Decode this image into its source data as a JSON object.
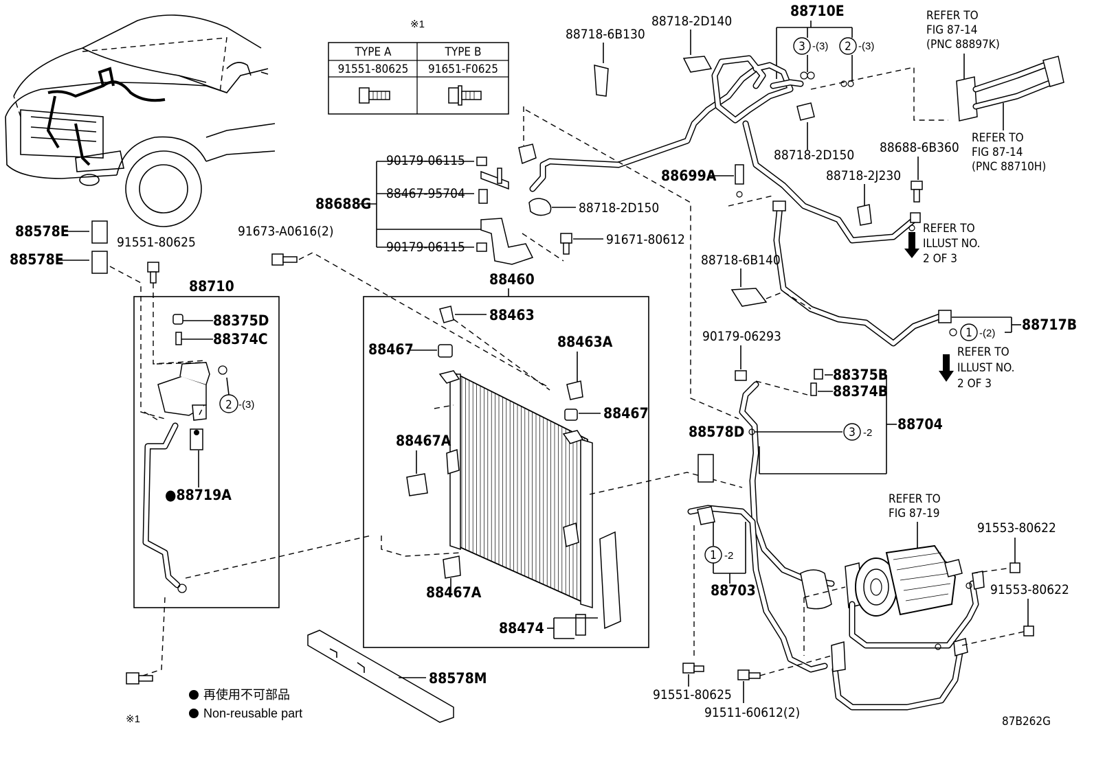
{
  "diagram_code": "87B262G",
  "bolt_table": {
    "ref_mark": "※1",
    "col_a_header": "TYPE A",
    "col_b_header": "TYPE B",
    "col_a_part": "91551-80625",
    "col_b_part": "91651-F0625"
  },
  "legend": {
    "line_jp": "再使用不可部品",
    "line_en": "Non-reusable part",
    "ref_mark": "※1"
  },
  "refs": {
    "fig_87_14_a": [
      "REFER TO",
      "FIG 87-14",
      "(PNC 88897K)"
    ],
    "fig_87_14_b": [
      "REFER TO",
      "FIG 87-14",
      "(PNC 88710H)"
    ],
    "illust_a": [
      "REFER TO",
      "ILLUST NO.",
      "2 OF 3"
    ],
    "illust_b": [
      "REFER TO",
      "ILLUST NO.",
      "2 OF 3"
    ],
    "fig_87_19": [
      "REFER TO",
      "FIG 87-19"
    ]
  },
  "circles": {
    "c3_top": "3",
    "c3_top_qty": "-(3)",
    "c2_top": "2",
    "c2_top_qty": "-(3)",
    "c2_left": "2",
    "c2_left_qty": "-(3)",
    "c1_right": "1",
    "c1_right_qty": "-(2)",
    "c3_mid": "3",
    "c3_mid_qty": "-2",
    "c1_low": "1",
    "c1_low_qty": "-2"
  },
  "parts": {
    "p88578E_1": "88578E",
    "p88578E_2": "88578E",
    "p91551_80625_a": "91551-80625",
    "p88710": "88710",
    "p88375D": "88375D",
    "p88374C": "88374C",
    "p88719A": "●88719A",
    "p91673": "91673-A0616(2)",
    "p88688G": "88688G",
    "p90179_06115_a": "90179-06115",
    "p88467_95704": "88467-95704",
    "p90179_06115_b": "90179-06115",
    "p88718_2D150_a": "88718-2D150",
    "p91671_80612": "91671-80612",
    "p88460": "88460",
    "p88463": "88463",
    "p88467_a": "88467",
    "p88463A": "88463A",
    "p88467_b": "88467",
    "p88467A_a": "88467A",
    "p88467A_b": "88467A",
    "p88474": "88474",
    "p88578M": "88578M",
    "p88718_6B130": "88718-6B130",
    "p88718_2D140": "88718-2D140",
    "p88710E": "88710E",
    "p88718_2D150_b": "88718-2D150",
    "p88699A": "88699A",
    "p88688_6B360": "88688-6B360",
    "p88718_2J230": "88718-2J230",
    "p88718_6B140": "88718-6B140",
    "p88717B": "88717B",
    "p90179_06293": "90179-06293",
    "p88375B": "88375B",
    "p88374B": "88374B",
    "p88704": "88704",
    "p88578D": "88578D",
    "p88703": "88703",
    "p91553_80622_a": "91553-80622",
    "p91553_80622_b": "91553-80622",
    "p91551_80625_b": "91551-80625",
    "p91511_60612": "91511-60612(2)"
  }
}
